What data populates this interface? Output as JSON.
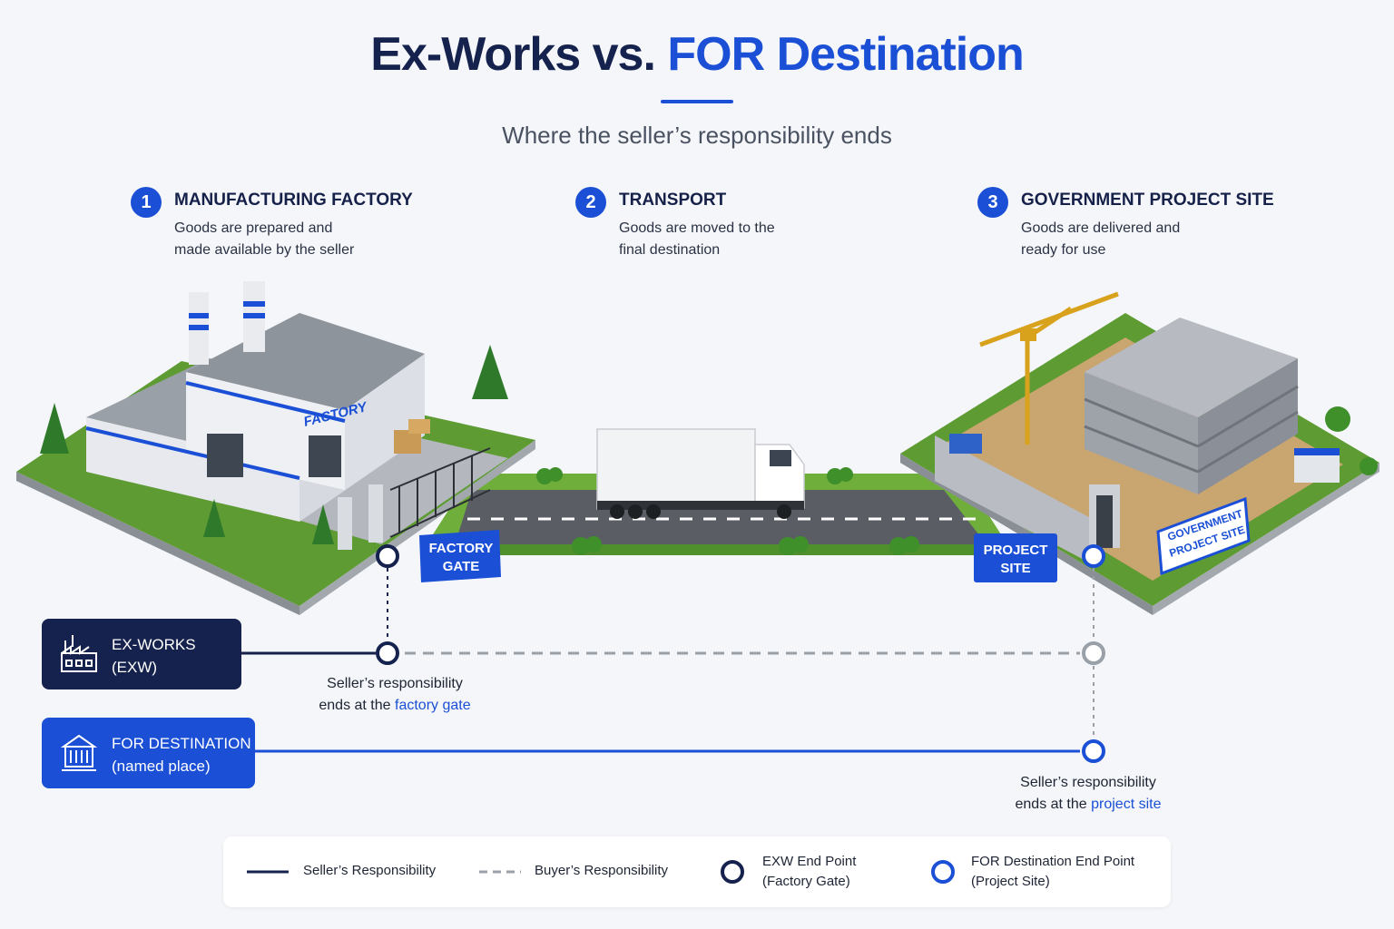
{
  "header": {
    "title_part1": "Ex-Works vs.",
    "title_part2": "FOR Destination",
    "subtitle": "Where the seller’s responsibility ends"
  },
  "steps": [
    {
      "number": "1",
      "heading": "MANUFACTURING FACTORY",
      "line1": "Goods are prepared and",
      "line2": "made available by the seller"
    },
    {
      "number": "2",
      "heading": "TRANSPORT",
      "line1": "Goods are moved to the",
      "line2": "final destination"
    },
    {
      "number": "3",
      "heading": "GOVERNMENT PROJECT SITE",
      "line1": "Goods are delivered and",
      "line2": "ready for use"
    }
  ],
  "illustration": {
    "factory_sign": "FACTORY",
    "factory_gate_line1": "FACTORY",
    "factory_gate_line2": "GATE",
    "project_site_line1": "PROJECT",
    "project_site_line2": "SITE",
    "government_sign_line1": "GOVERNMENT",
    "government_sign_line2": "PROJECT SITE"
  },
  "terms": {
    "exw": {
      "line1": "EX-WORKS",
      "line2": "(EXW)",
      "icon": "factory-icon"
    },
    "for": {
      "line1": "FOR DESTINATION",
      "line2": "(named place)",
      "icon": "building-icon"
    }
  },
  "captions": {
    "exw_line1": "Seller’s responsibility",
    "exw_line2_prefix": "ends at the ",
    "exw_line2_highlight": "factory gate",
    "for_line1": "Seller’s responsibility",
    "for_line2_prefix": "ends at the ",
    "for_line2_highlight": "project site"
  },
  "legend": {
    "seller": "Seller’s Responsibility",
    "buyer": "Buyer’s Responsibility",
    "exw_end_line1": "EXW End Point",
    "exw_end_line2": "(Factory Gate)",
    "for_end_line1": "FOR Destination End Point",
    "for_end_line2": "(Project Site)"
  },
  "colors": {
    "navy": "#14224d",
    "blue": "#1a4fd6",
    "buyer_dash": "#9aa0a8",
    "background": "#f4f6f9"
  }
}
